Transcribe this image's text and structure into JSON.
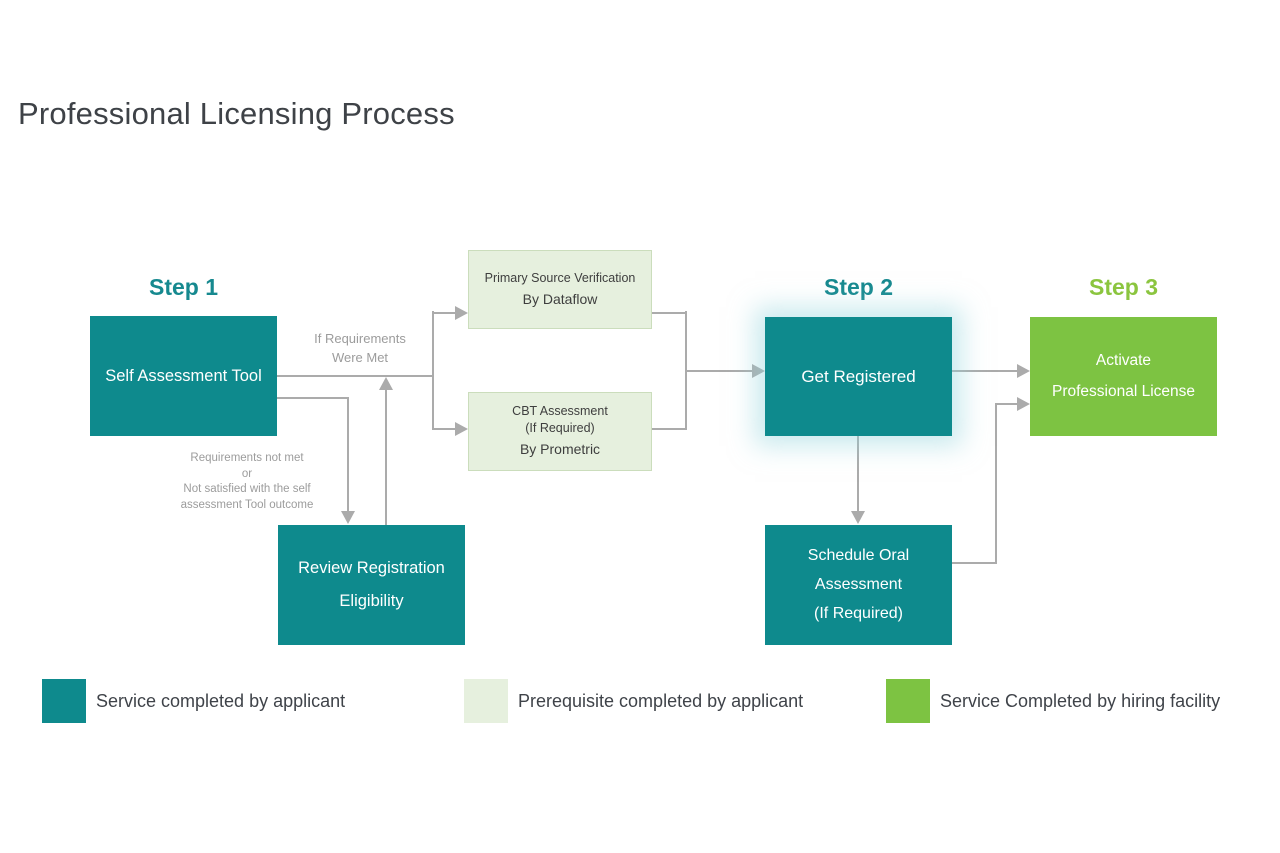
{
  "page": {
    "title": "Professional Licensing Process"
  },
  "colors": {
    "teal": "#0e8a8d",
    "teal_heading": "#16898f",
    "green": "#7dc342",
    "green_heading": "#8bc53f",
    "light_green": "#e6f0de",
    "connector_gray": "#ababab",
    "edge_label_gray": "#9c9c9c",
    "text_dark": "#3f4349"
  },
  "steps": [
    {
      "label": "Step 1"
    },
    {
      "label": "Step 2"
    },
    {
      "label": "Step 3"
    }
  ],
  "nodes": {
    "self_assessment": {
      "label": "Self Assessment Tool"
    },
    "primary_source": {
      "line1": "Primary Source Verification",
      "line2": "By Dataflow"
    },
    "cbt": {
      "line1": "CBT Assessment",
      "line2": "(If Required)",
      "line3": "By Prometric"
    },
    "get_registered": {
      "label": "Get Registered"
    },
    "activate": {
      "line1": "Activate",
      "line2": "Professional License"
    },
    "review": {
      "line1": "Review Registration",
      "line2": "Eligibility"
    },
    "schedule": {
      "line1": "Schedule Oral",
      "line2": "Assessment",
      "line3": "(If Required)"
    }
  },
  "edge_labels": {
    "requirements_met": {
      "line1": "If Requirements",
      "line2": "Were Met"
    },
    "requirements_not_met": {
      "line1": "Requirements not met",
      "line2": "or",
      "line3": "Not satisfied with the self",
      "line4": "assessment Tool outcome"
    }
  },
  "legend": [
    {
      "label": "Service completed by applicant",
      "color": "#0e8a8d"
    },
    {
      "label": "Prerequisite completed by applicant",
      "color": "#e6f0de"
    },
    {
      "label": "Service Completed by hiring facility",
      "color": "#7dc342"
    }
  ]
}
